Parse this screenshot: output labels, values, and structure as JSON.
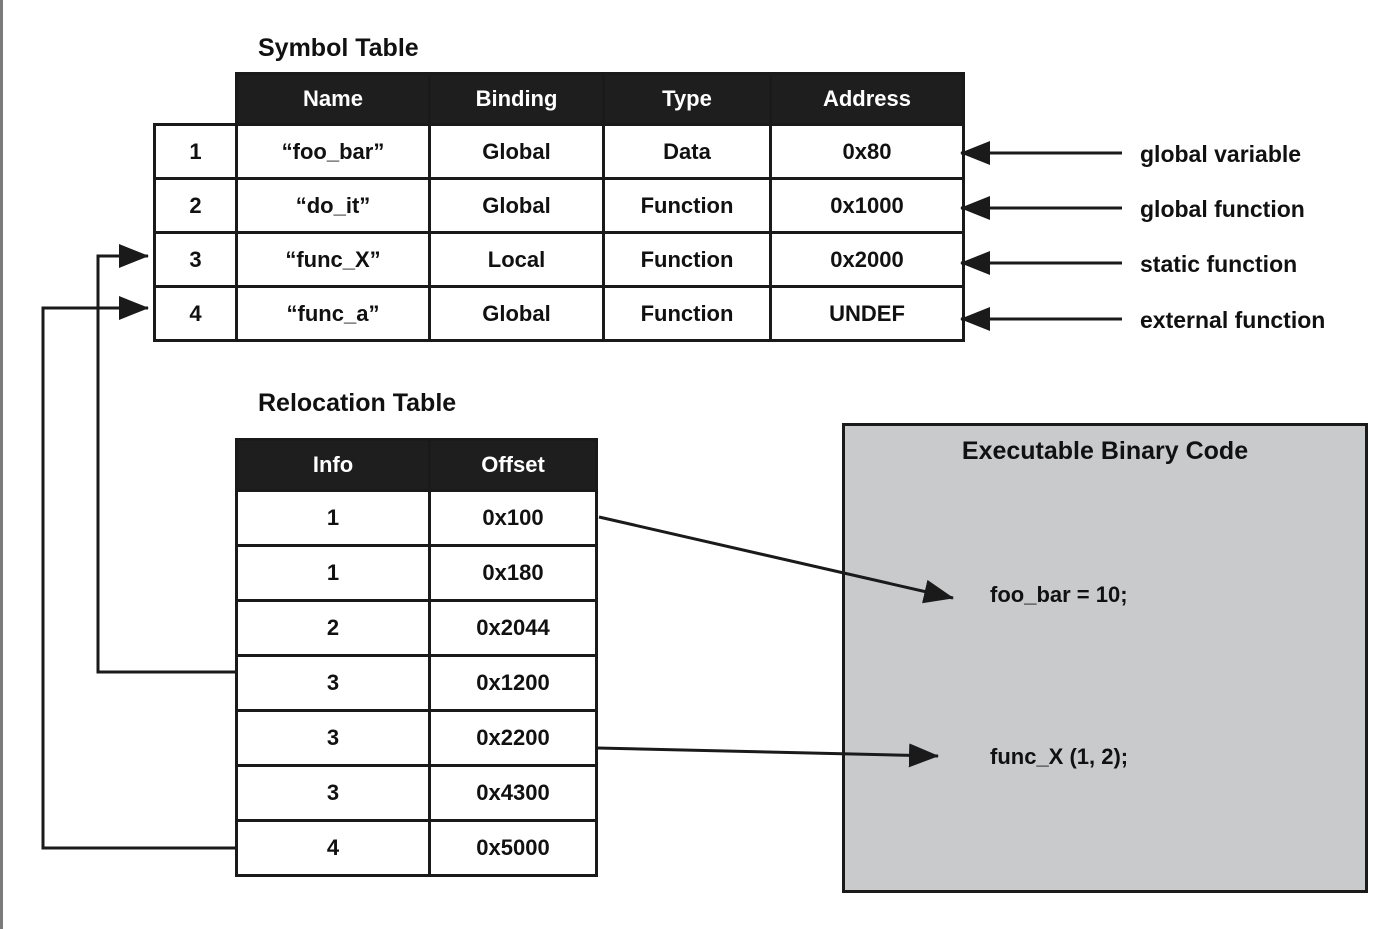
{
  "symbol_table": {
    "title": "Symbol Table",
    "columns": [
      "Name",
      "Binding",
      "Type",
      "Address"
    ],
    "rows": [
      {
        "num": "1",
        "name": "“foo_bar”",
        "binding": "Global",
        "type": "Data",
        "address": "0x80",
        "annotation": "global variable"
      },
      {
        "num": "2",
        "name": "“do_it”",
        "binding": "Global",
        "type": "Function",
        "address": "0x1000",
        "annotation": "global function"
      },
      {
        "num": "3",
        "name": "“func_X”",
        "binding": "Local",
        "type": "Function",
        "address": "0x2000",
        "annotation": "static function"
      },
      {
        "num": "4",
        "name": "“func_a”",
        "binding": "Global",
        "type": "Function",
        "address": "UNDEF",
        "annotation": "external function"
      }
    ]
  },
  "relocation_table": {
    "title": "Relocation Table",
    "columns": [
      "Info",
      "Offset"
    ],
    "rows": [
      {
        "info": "1",
        "offset": "0x100"
      },
      {
        "info": "1",
        "offset": "0x180"
      },
      {
        "info": "2",
        "offset": "0x2044"
      },
      {
        "info": "3",
        "offset": "0x1200"
      },
      {
        "info": "3",
        "offset": "0x2200"
      },
      {
        "info": "3",
        "offset": "0x4300"
      },
      {
        "info": "4",
        "offset": "0x5000"
      }
    ]
  },
  "binary_code": {
    "title": "Executable Binary Code",
    "lines": [
      "foo_bar = 10;",
      "func_X (1, 2);"
    ]
  },
  "colors": {
    "table_header_bg": "#1e1e1e",
    "binary_box_bg": "#c9cacc",
    "line_color": "#1a1a1a",
    "page_edge": "#7b7b7b"
  }
}
